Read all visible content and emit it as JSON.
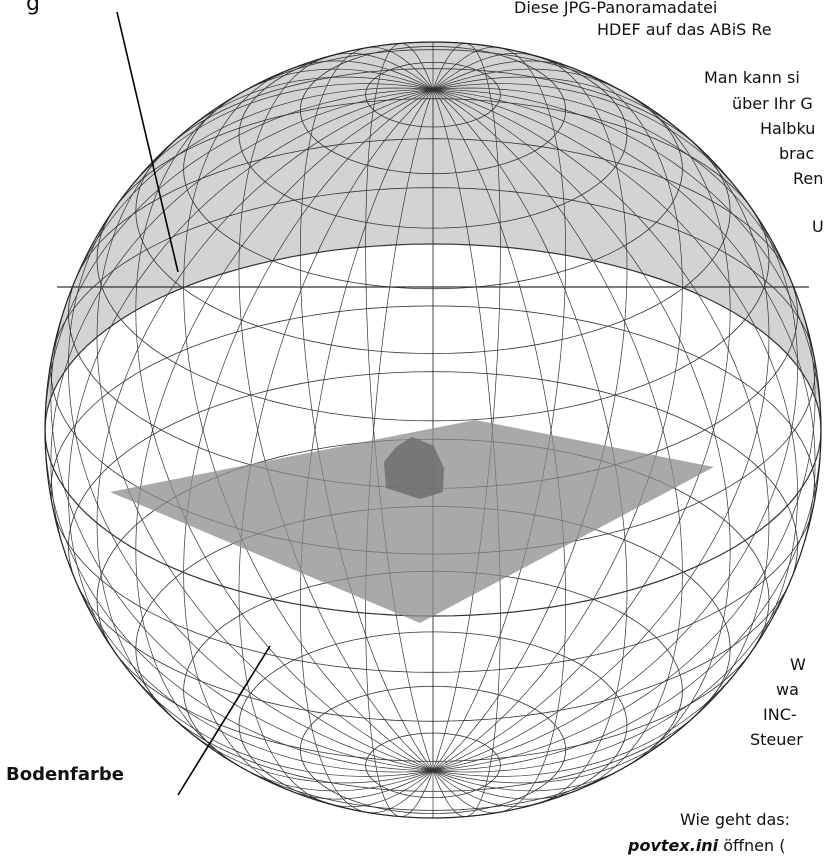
{
  "labels": {
    "top_left": "g",
    "bottom_left": "Bodenfarbe"
  },
  "side_text": {
    "lines": [
      "Diese JPG-Panoramadatei",
      "HDEF auf das ABiS Re",
      "Man kann si",
      "über Ihr G",
      "Halbku",
      "brac",
      "Ren",
      "U",
      "W",
      "wa",
      "INC-",
      "Steuer"
    ]
  },
  "footer": {
    "line1": "Wie geht das:",
    "emph": "povtex.ini",
    "rest": " öffnen ("
  },
  "colors": {
    "upper_hemisphere": "#d3d3d3",
    "ground_plane": "#8c8c8c",
    "house": "#6f6f6f",
    "grid_lines": "#333333",
    "background": "#ffffff"
  }
}
